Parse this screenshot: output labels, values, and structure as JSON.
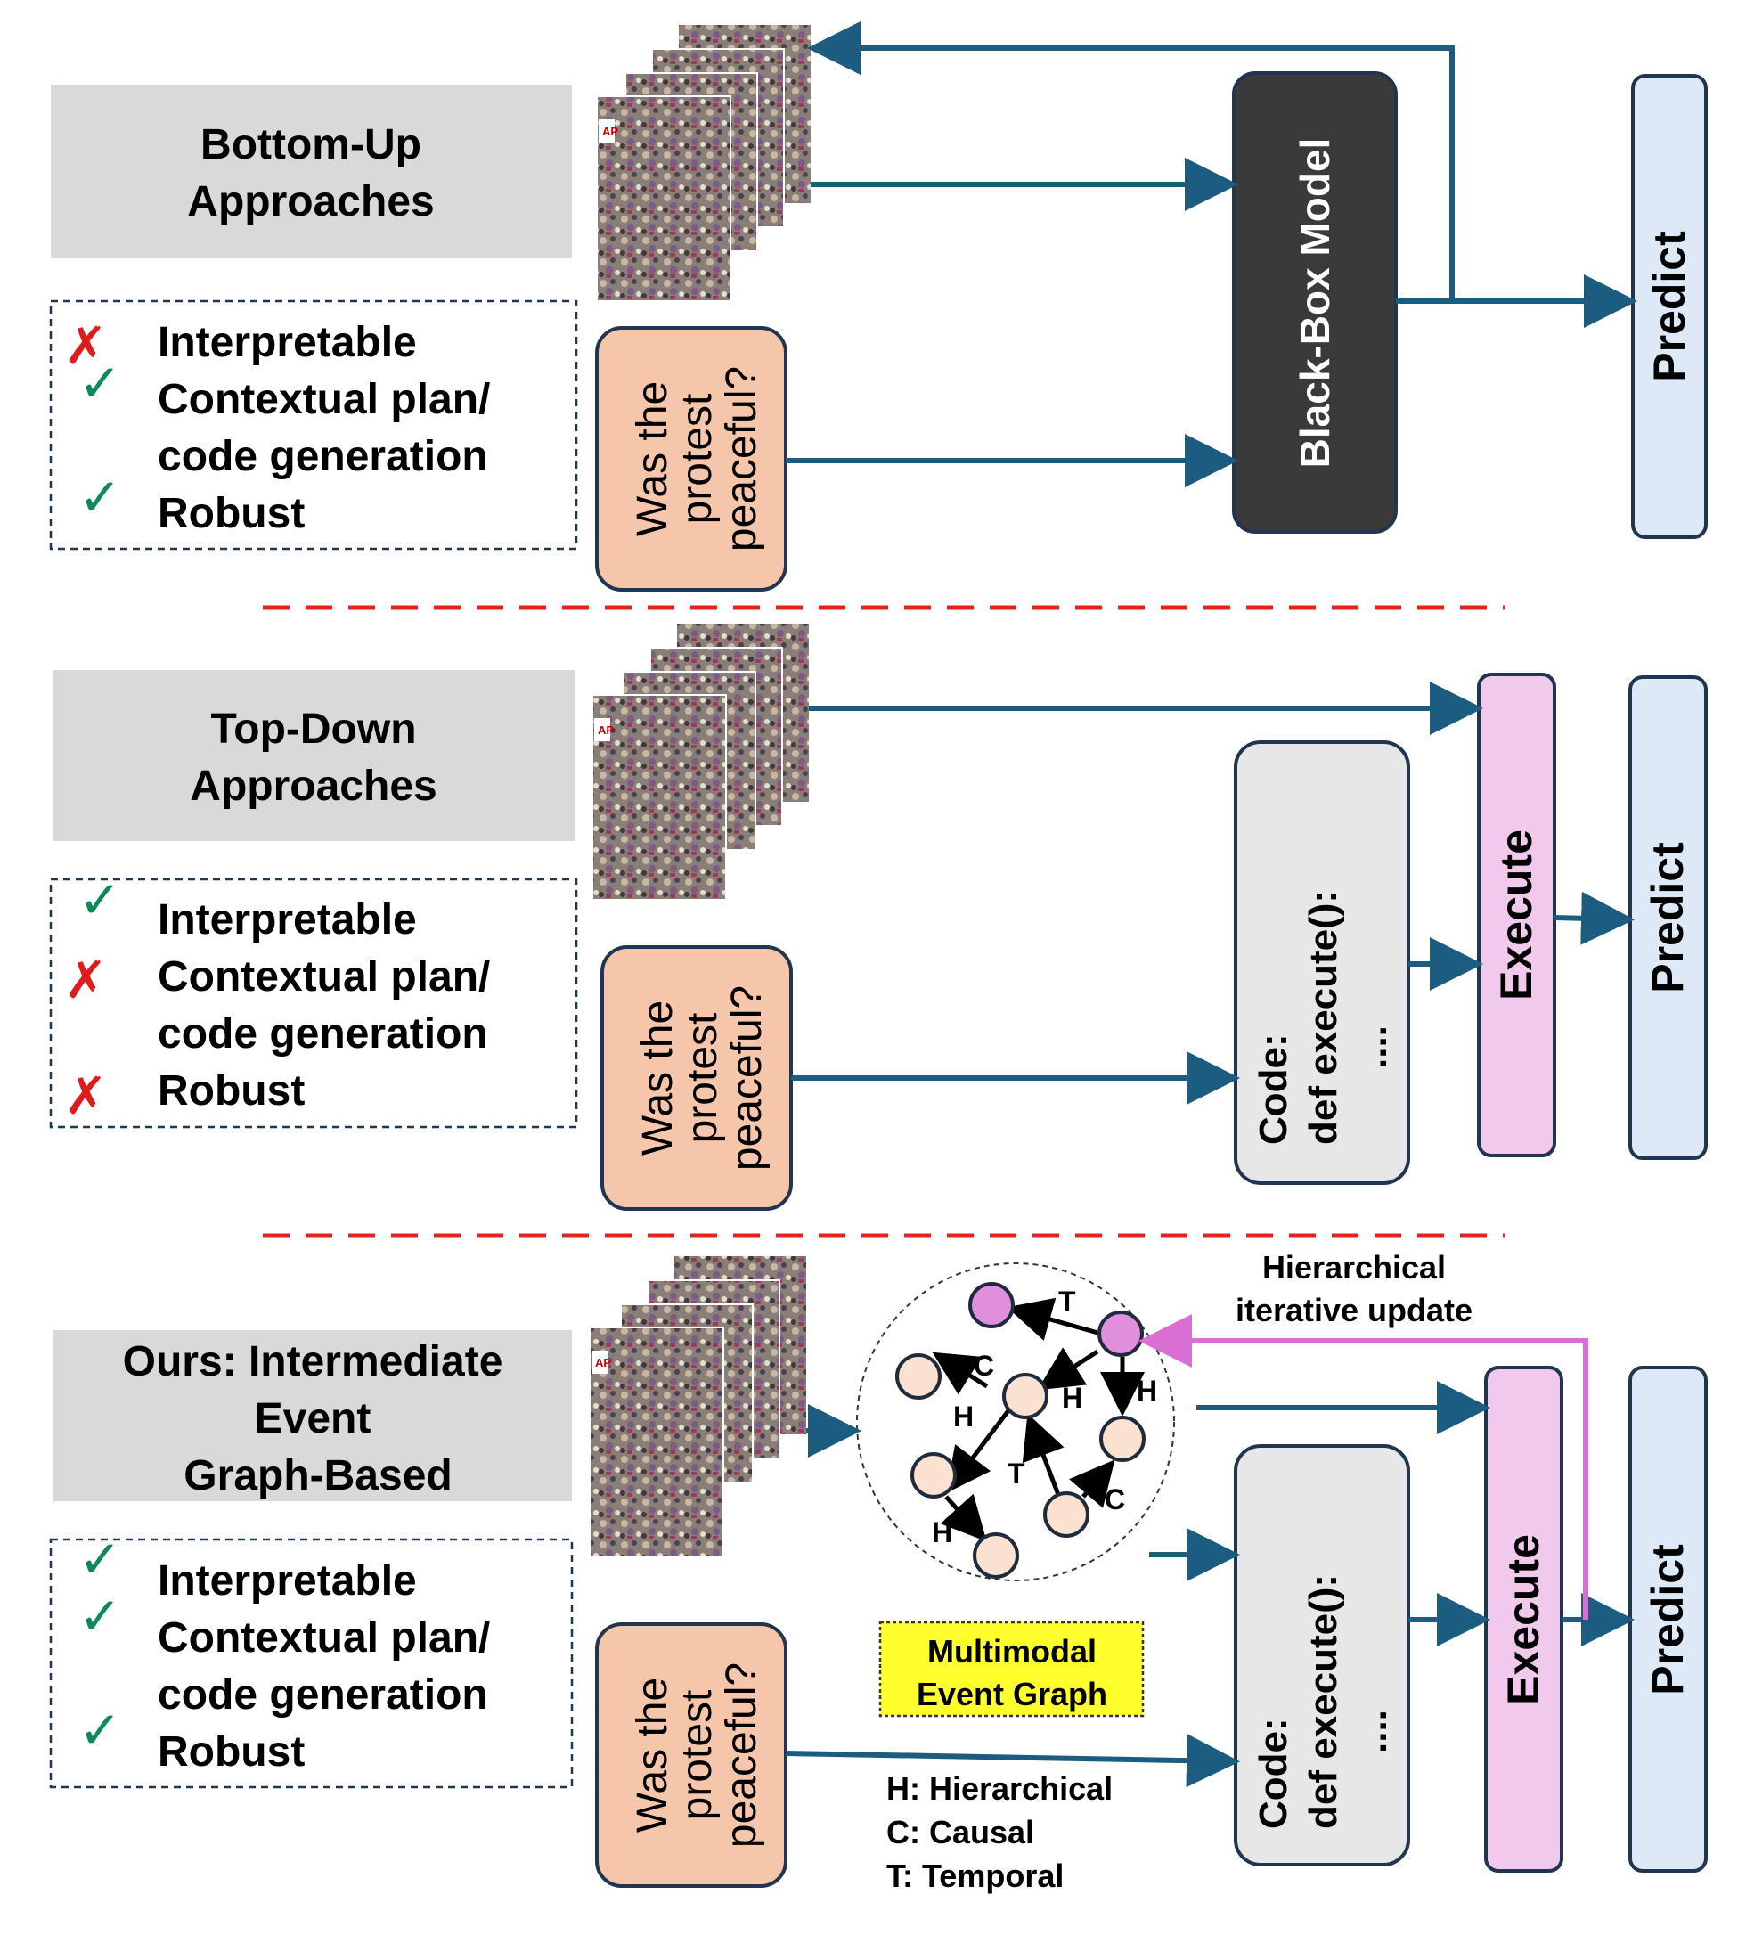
{
  "colors": {
    "arrow": "#1b5c80",
    "dash_separator": "#e8201d",
    "check": "#0a8a55",
    "cross": "#e01b1b",
    "grey_box": "#d9d9d9",
    "question_box": "#f6c6ab",
    "blackbox": "#3a3a3a",
    "execute_box": "#f0c9ec",
    "predict_box": "#dde9f6",
    "code_box": "#e7e7e7",
    "graph_node": "#fbe1cf",
    "graph_node_highlight": "#e08fdc",
    "iterative_arrow": "#d96fd2",
    "mmeg_box": "#ffff2e"
  },
  "sections": [
    {
      "title_lines": [
        "Bottom-Up",
        "Approaches"
      ],
      "criteria": [
        {
          "mark": "cross",
          "glyph": "✗",
          "text": "Interpretable"
        },
        {
          "mark": "check",
          "glyph": "✓",
          "text": "Contextual plan/"
        },
        {
          "mark": "none",
          "glyph": "",
          "text": "code generation"
        },
        {
          "mark": "check",
          "glyph": "✓",
          "text": "Robust"
        }
      ],
      "question_lines": [
        "Was the",
        "protest",
        "peaceful?"
      ],
      "model_label": "Black-Box Model",
      "predict_label": "Predict"
    },
    {
      "title_lines": [
        "Top-Down",
        "Approaches"
      ],
      "criteria": [
        {
          "mark": "check",
          "glyph": "✓",
          "text": "Interpretable"
        },
        {
          "mark": "cross",
          "glyph": "✗",
          "text": "Contextual plan/"
        },
        {
          "mark": "none",
          "glyph": "",
          "text": "code generation"
        },
        {
          "mark": "cross",
          "glyph": "✗",
          "text": "Robust"
        }
      ],
      "question_lines": [
        "Was the",
        "protest",
        "peaceful?"
      ],
      "code_lines": [
        "Code:",
        "def execute():",
        "...."
      ],
      "execute_label": "Execute",
      "predict_label": "Predict"
    },
    {
      "title_lines": [
        "Ours: Intermediate",
        "Event",
        "Graph-Based"
      ],
      "criteria": [
        {
          "mark": "check",
          "glyph": "✓",
          "text": "Interpretable"
        },
        {
          "mark": "check",
          "glyph": "✓",
          "text": "Contextual plan/"
        },
        {
          "mark": "none",
          "glyph": "",
          "text": "code generation"
        },
        {
          "mark": "check",
          "glyph": "✓",
          "text": "Robust"
        }
      ],
      "question_lines": [
        "Was the",
        "protest",
        "peaceful?"
      ],
      "code_lines": [
        "Code:",
        "def execute():",
        "...."
      ],
      "execute_label": "Execute",
      "predict_label": "Predict",
      "update_label_lines": [
        "Hierarchical",
        "iterative update"
      ],
      "graph_label_lines": [
        "Multimodal",
        "Event Graph"
      ],
      "edge_labels": {
        "T1": "T",
        "C1": "C",
        "H1": "H",
        "H2": "H",
        "H3": "H",
        "T2": "T",
        "C2": "C",
        "H4": "H"
      },
      "legend": [
        "H: Hierarchical",
        "C: Causal",
        "T: Temporal"
      ]
    }
  ],
  "frame_badge": "AP"
}
